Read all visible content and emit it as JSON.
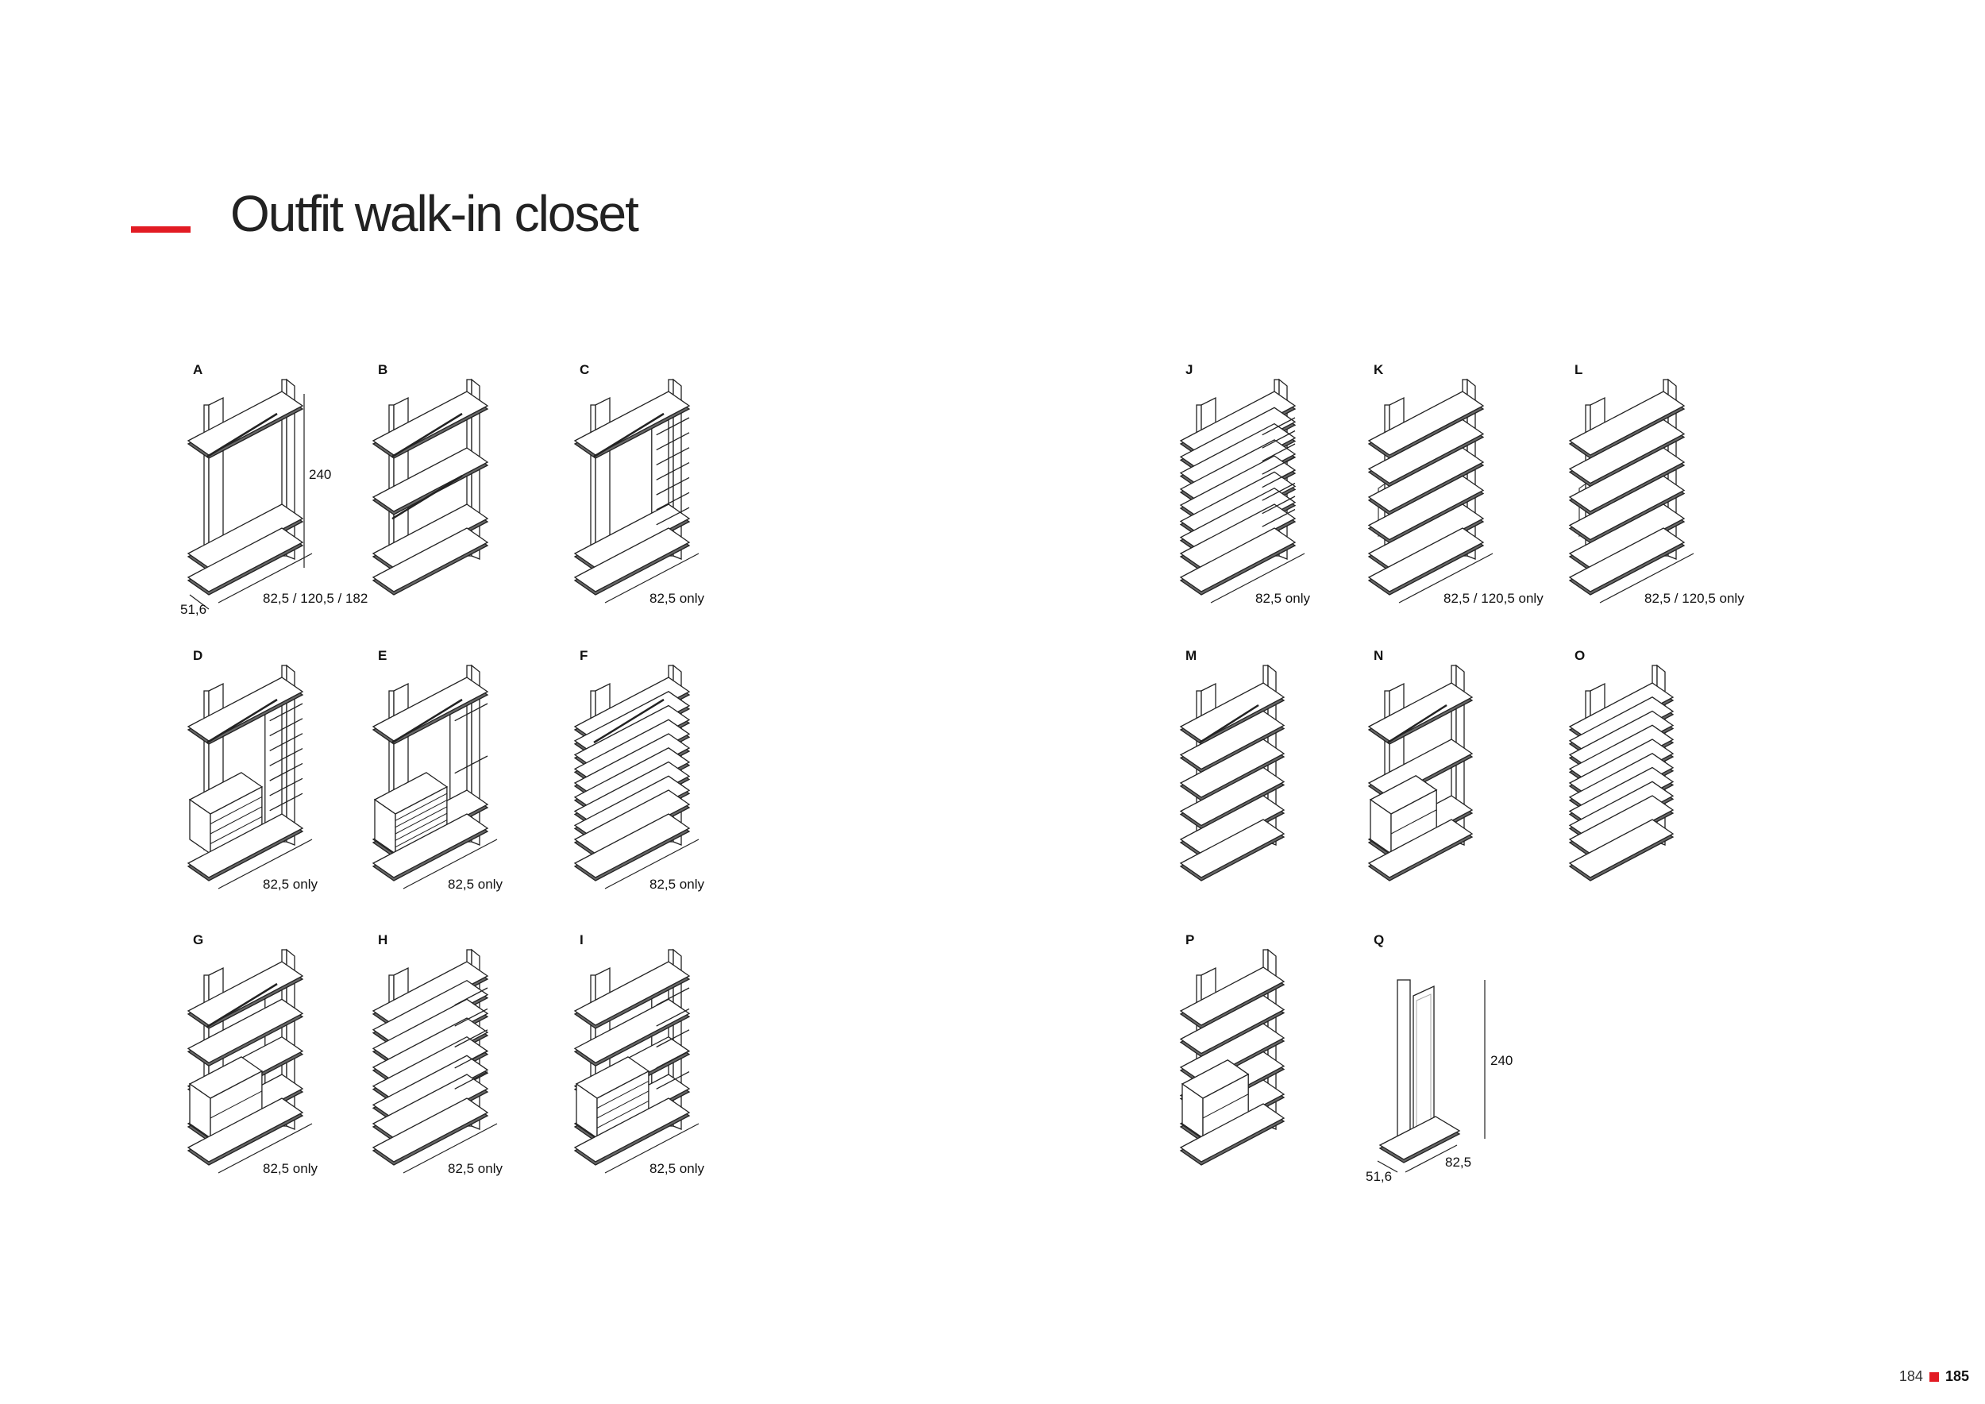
{
  "title": "Outfit walk-in closet",
  "colors": {
    "accent": "#e21b23",
    "line": "#222222"
  },
  "items": [
    {
      "label": "A",
      "dimension": "82,5 / 120,5 / 182",
      "height_dim": "240",
      "depth_dim": "51,6",
      "shelves": 2,
      "rails": 1,
      "divider": false,
      "drawers": 0,
      "width": "wide"
    },
    {
      "label": "B",
      "dimension": "",
      "shelves": 3,
      "rails": 2,
      "divider": false,
      "drawers": 0,
      "width": "wide"
    },
    {
      "label": "C",
      "dimension": "82,5 only",
      "shelves": 2,
      "rails": 1,
      "divider": true,
      "side_shelves": 7,
      "drawers": 0,
      "width": "wide"
    },
    {
      "label": "D",
      "dimension": "82,5 only",
      "shelves": 1,
      "rails": 1,
      "divider": true,
      "side_shelves": 7,
      "drawers": 4,
      "width": "wide"
    },
    {
      "label": "E",
      "dimension": "82,5 only",
      "shelves": 2,
      "rails": 1,
      "divider": true,
      "side_shelves": 2,
      "drawers": 6,
      "width": "wide"
    },
    {
      "label": "F",
      "dimension": "82,5 only",
      "shelves": 9,
      "rails": 1,
      "divider": true,
      "side_shelves": 0,
      "drawers": 0,
      "width": "wide"
    },
    {
      "label": "G",
      "dimension": "82,5 only",
      "shelves": 4,
      "rails": 1,
      "divider": true,
      "side_shelves": 0,
      "drawers": 2,
      "width": "wide"
    },
    {
      "label": "H",
      "dimension": "82,5 only",
      "shelves": 7,
      "rails": 0,
      "divider": true,
      "side_shelves": 5,
      "drawers": 0,
      "width": "wide"
    },
    {
      "label": "I",
      "dimension": "82,5 only",
      "shelves": 4,
      "rails": 0,
      "divider": true,
      "side_shelves": 5,
      "drawers": 4,
      "width": "wide"
    },
    {
      "label": "J",
      "dimension": "82,5 only",
      "shelves": 8,
      "rails": 0,
      "divider": true,
      "side_shelves": 8,
      "drawers": 0,
      "width": "wide"
    },
    {
      "label": "K",
      "dimension": "82,5 / 120,5 only",
      "shelves": 5,
      "rails": 0,
      "divider": false,
      "drawers": 0,
      "frame": true,
      "width": "wide"
    },
    {
      "label": "L",
      "dimension": "82,5 / 120,5 only",
      "shelves": 5,
      "rails": 0,
      "divider": false,
      "drawers": 0,
      "frame": true,
      "width": "wide"
    },
    {
      "label": "M",
      "dimension": "",
      "shelves": 5,
      "rails": 1,
      "divider": false,
      "drawers": 0,
      "width": "narrow"
    },
    {
      "label": "N",
      "dimension": "",
      "shelves": 3,
      "rails": 1,
      "divider": false,
      "drawers": 2,
      "width": "narrow"
    },
    {
      "label": "O",
      "dimension": "",
      "shelves": 9,
      "rails": 0,
      "divider": false,
      "drawers": 0,
      "width": "narrow"
    },
    {
      "label": "P",
      "dimension": "",
      "shelves": 5,
      "rails": 0,
      "divider": false,
      "drawers": 2,
      "width": "narrow"
    },
    {
      "label": "Q",
      "dimension": "82,5",
      "height_dim": "240",
      "depth_dim": "51,6",
      "type": "mirror"
    }
  ],
  "pagination": {
    "left_page": "184",
    "right_page": "185"
  }
}
